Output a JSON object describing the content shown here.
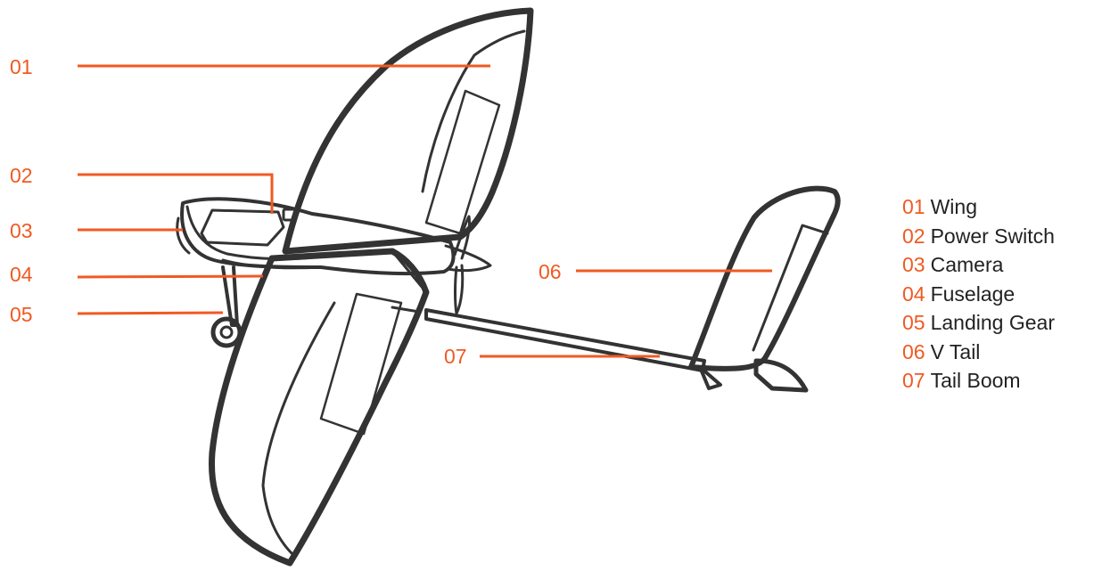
{
  "colors": {
    "accent": "#f05a22",
    "outline": "#333333",
    "text": "#222222",
    "background": "#ffffff"
  },
  "callouts": [
    {
      "num": "01"
    },
    {
      "num": "02"
    },
    {
      "num": "03"
    },
    {
      "num": "04"
    },
    {
      "num": "05"
    },
    {
      "num": "06"
    },
    {
      "num": "07"
    }
  ],
  "legend": [
    {
      "num": "01",
      "label": "Wing"
    },
    {
      "num": "02",
      "label": "Power Switch"
    },
    {
      "num": "03",
      "label": "Camera"
    },
    {
      "num": "04",
      "label": "Fuselage"
    },
    {
      "num": "05",
      "label": "Landing Gear"
    },
    {
      "num": "06",
      "label": "V Tail"
    },
    {
      "num": "07",
      "label": "Tail Boom"
    }
  ]
}
